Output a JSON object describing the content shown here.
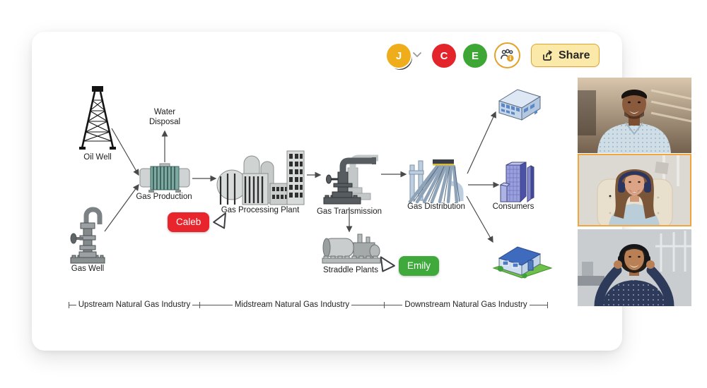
{
  "toolbar": {
    "avatars": [
      {
        "initial": "J",
        "color": "#F0AD1B"
      },
      {
        "initial": "C",
        "color": "#E3242B"
      },
      {
        "initial": "E",
        "color": "#3EA635"
      }
    ],
    "icons": {
      "chevron": "chevron-down-icon",
      "members": "members-info-icon",
      "share": "share-export-icon"
    },
    "share_label": "Share"
  },
  "diagram": {
    "nodes": [
      {
        "id": "oil-well",
        "label": "Oil Well",
        "icon": "oil-derrick-icon"
      },
      {
        "id": "gas-well",
        "label": "Gas Well",
        "icon": "wellhead-icon"
      },
      {
        "id": "water-disposal",
        "label_line1": "Water",
        "label_line2": "Disposal"
      },
      {
        "id": "gas-production",
        "label": "Gas Production",
        "icon": "separator-vessel-icon"
      },
      {
        "id": "gas-processing-plant",
        "label": "Gas Processing Plant",
        "icon": "processing-plant-icon"
      },
      {
        "id": "gas-transmission",
        "label": "Gas Transmission",
        "icon": "transmission-valve-icon"
      },
      {
        "id": "straddle-plants",
        "label": "Straddle Plants",
        "icon": "compressor-skid-icon"
      },
      {
        "id": "gas-distribution",
        "label": "Gas Distribution",
        "icon": "pipeline-bundle-icon"
      },
      {
        "id": "consumers",
        "label": "Consumers",
        "icon": "office-towers-icon"
      },
      {
        "id": "commercial-building",
        "icon": "commercial-building-icon"
      },
      {
        "id": "residential-house",
        "icon": "house-icon"
      }
    ],
    "segments": [
      "Upstream Natural Gas Industry",
      "Midstream Natural Gas Industry",
      "Downstream Natural Gas Industry"
    ],
    "cursors": [
      {
        "name": "Caleb",
        "color": "#E8242C"
      },
      {
        "name": "Emily",
        "color": "#3FA93C"
      }
    ]
  },
  "video_call": {
    "participants": [
      {
        "id": "participant-top",
        "active": false
      },
      {
        "id": "participant-middle",
        "active": true,
        "highlight_color": "#F0A63C"
      },
      {
        "id": "participant-bottom",
        "active": false
      }
    ]
  }
}
